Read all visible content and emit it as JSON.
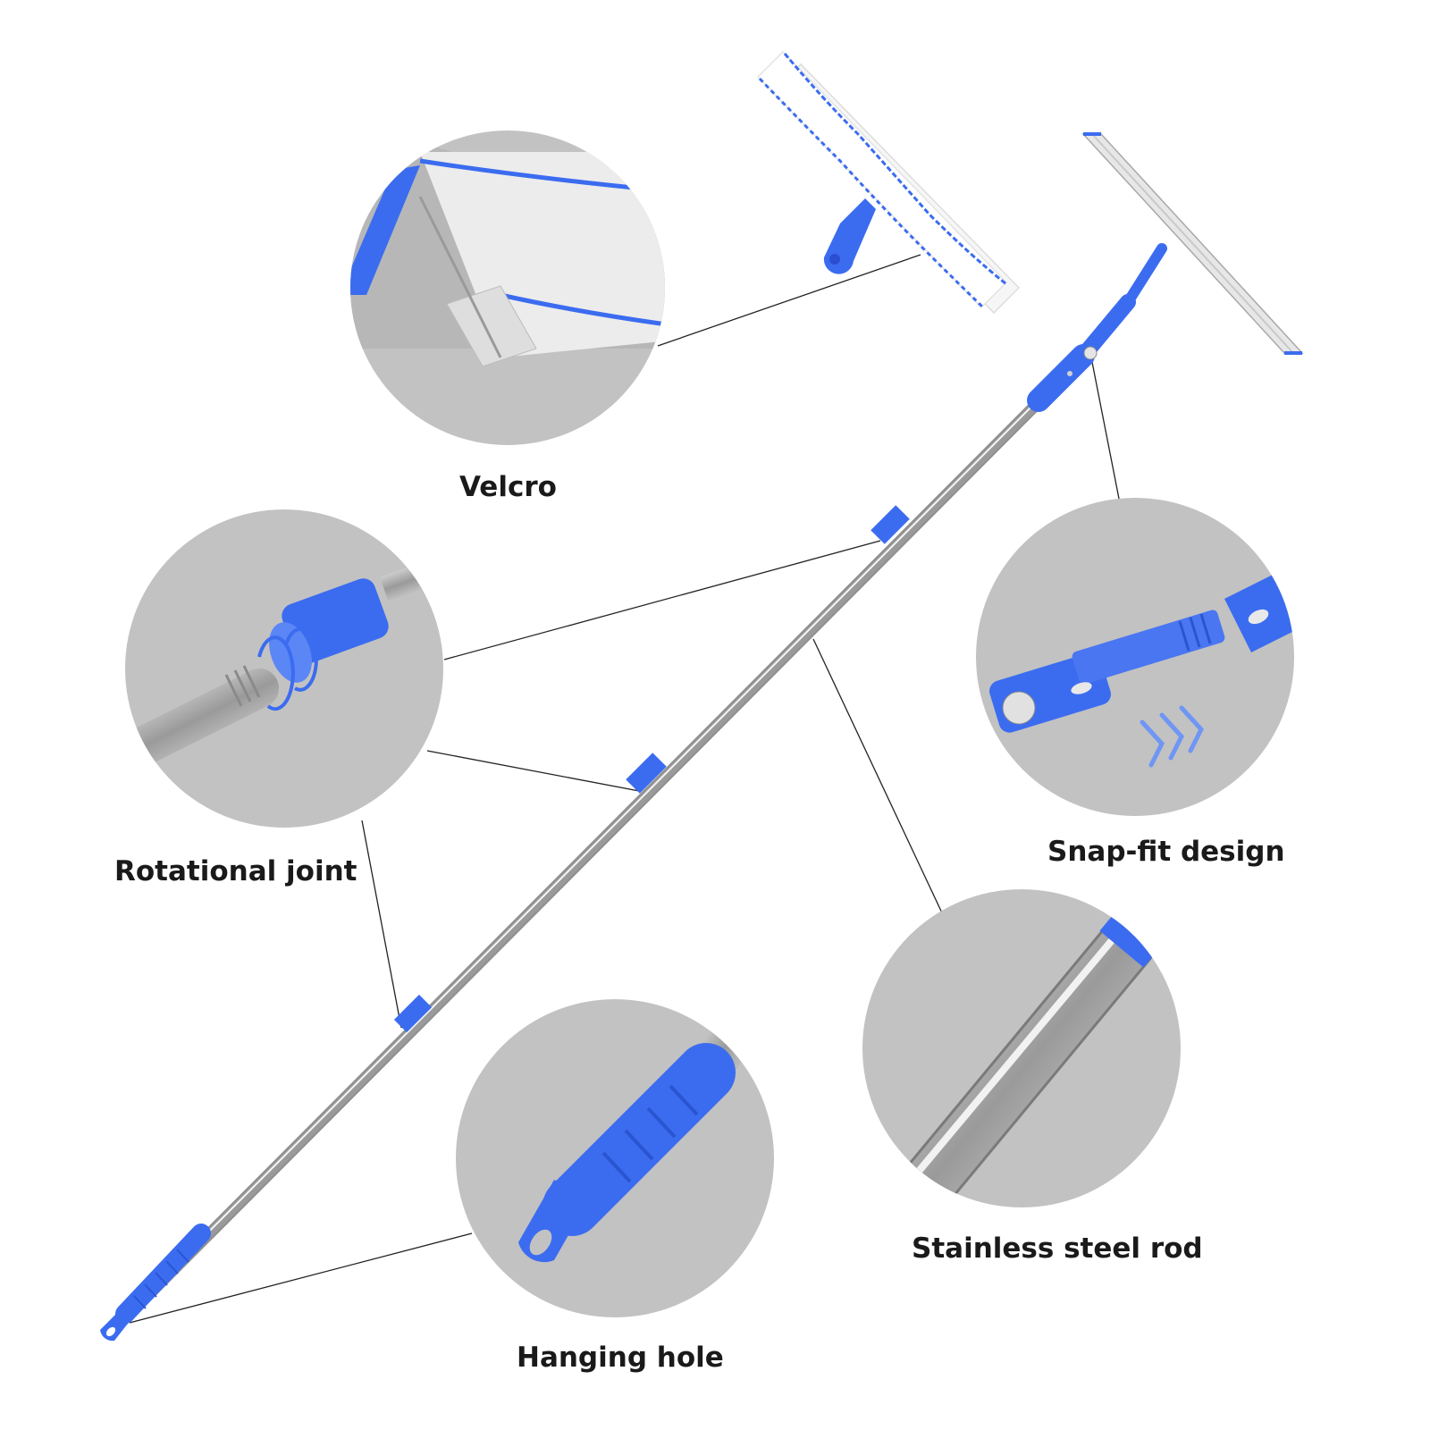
{
  "features": {
    "velcro": "Velcro",
    "rotational_joint": "Rotational joint",
    "snap_fit": "Snap-fit design",
    "steel_rod": "Stainless steel rod",
    "hanging_hole": "Hanging hole"
  },
  "colors": {
    "accent_blue": "#3b6cf0",
    "steel": "#b8b8b8",
    "circle_bg": "#c2c2c2",
    "label_text": "#1a1a1a"
  }
}
